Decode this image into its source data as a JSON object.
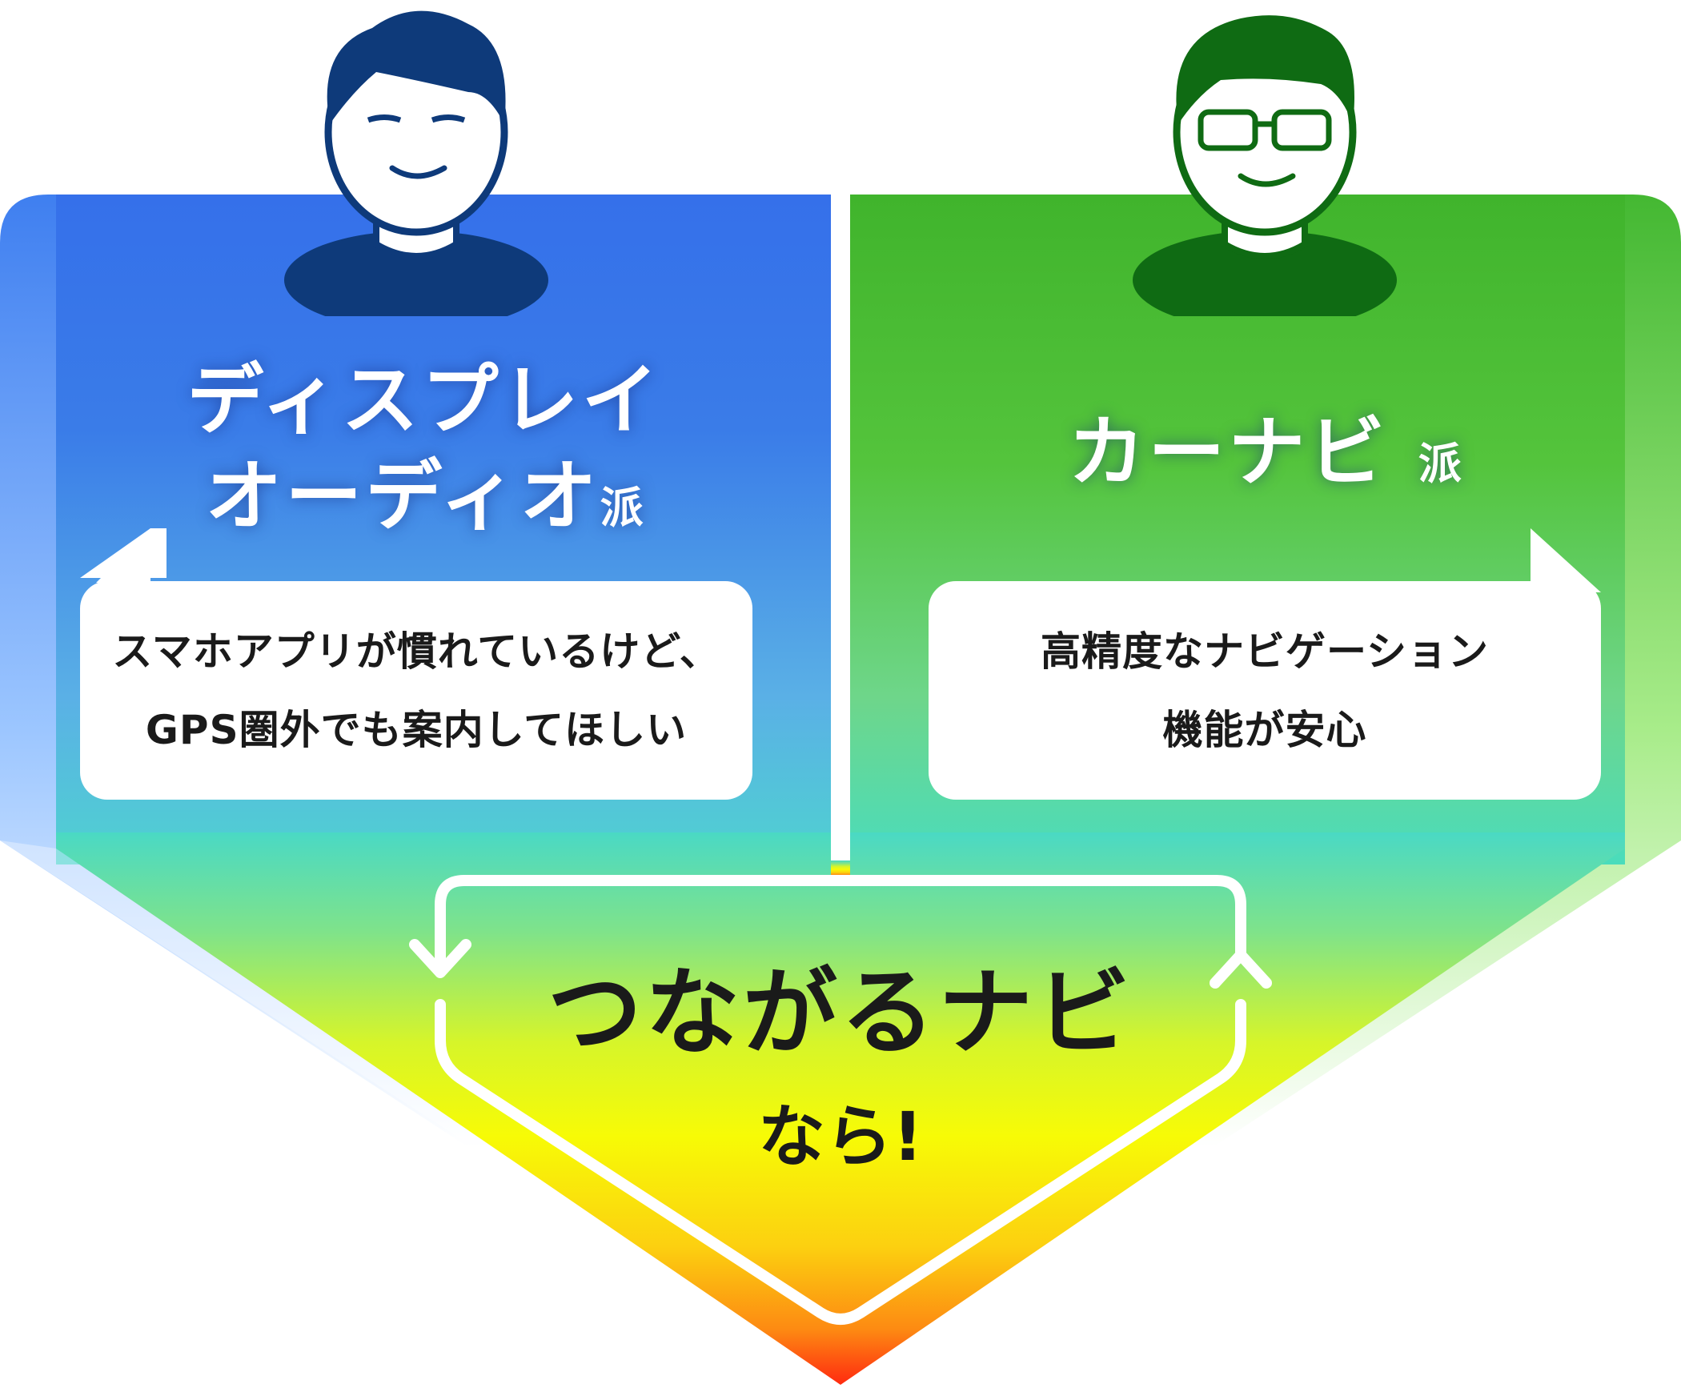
{
  "left": {
    "title_line1": "ディスプレイ",
    "title_line2": "オーディオ",
    "title_suffix": "派",
    "bubble_line1": "スマホアプリが慣れているけど、",
    "bubble_line2": "GPS圏外でも案内してほしい",
    "color": "#0e3a7a"
  },
  "right": {
    "title": "カーナビ",
    "title_suffix": "派",
    "bubble_line1": "高精度なナビゲーション",
    "bubble_line2": "機能が安心",
    "color": "#0f6b13"
  },
  "center": {
    "headline": "つながるナビ",
    "tagline": "なら!"
  },
  "colors": {
    "left_top": "#3670ea",
    "right_top": "#42b52c",
    "mid_teal": "#4ad8c0",
    "yellow": "#f7fb06",
    "bottom_red": "#ff2a10"
  }
}
